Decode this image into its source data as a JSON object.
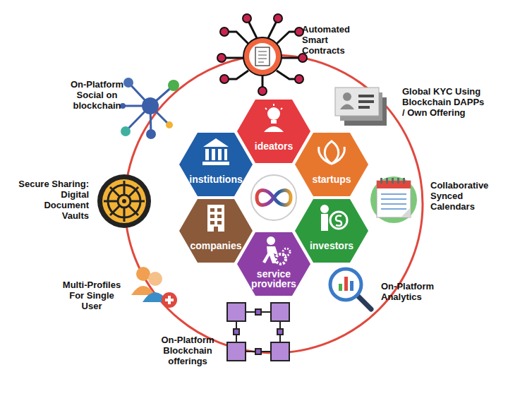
{
  "diagram": {
    "nodes": [
      {
        "text": [
          "ideators"
        ]
      },
      {
        "text": [
          "institutions"
        ]
      },
      {
        "text": [
          "startups"
        ]
      },
      {
        "text": [
          "companies"
        ]
      },
      {
        "text": [
          "investors"
        ]
      },
      {
        "text": [
          "service providers"
        ]
      }
    ],
    "labels": [
      "Automated Smart Contracts",
      "On-Platform Social on blockchain",
      "Global KYC Using Blockchain DAPPs / Own Offering",
      "Secure Sharing: Digital Document Vaults",
      "Collaborative Synced Calendars",
      "Multi-Profiles For Single User",
      "On-Platform Analytics",
      "On-Platform Blockchain offerings"
    ]
  }
}
